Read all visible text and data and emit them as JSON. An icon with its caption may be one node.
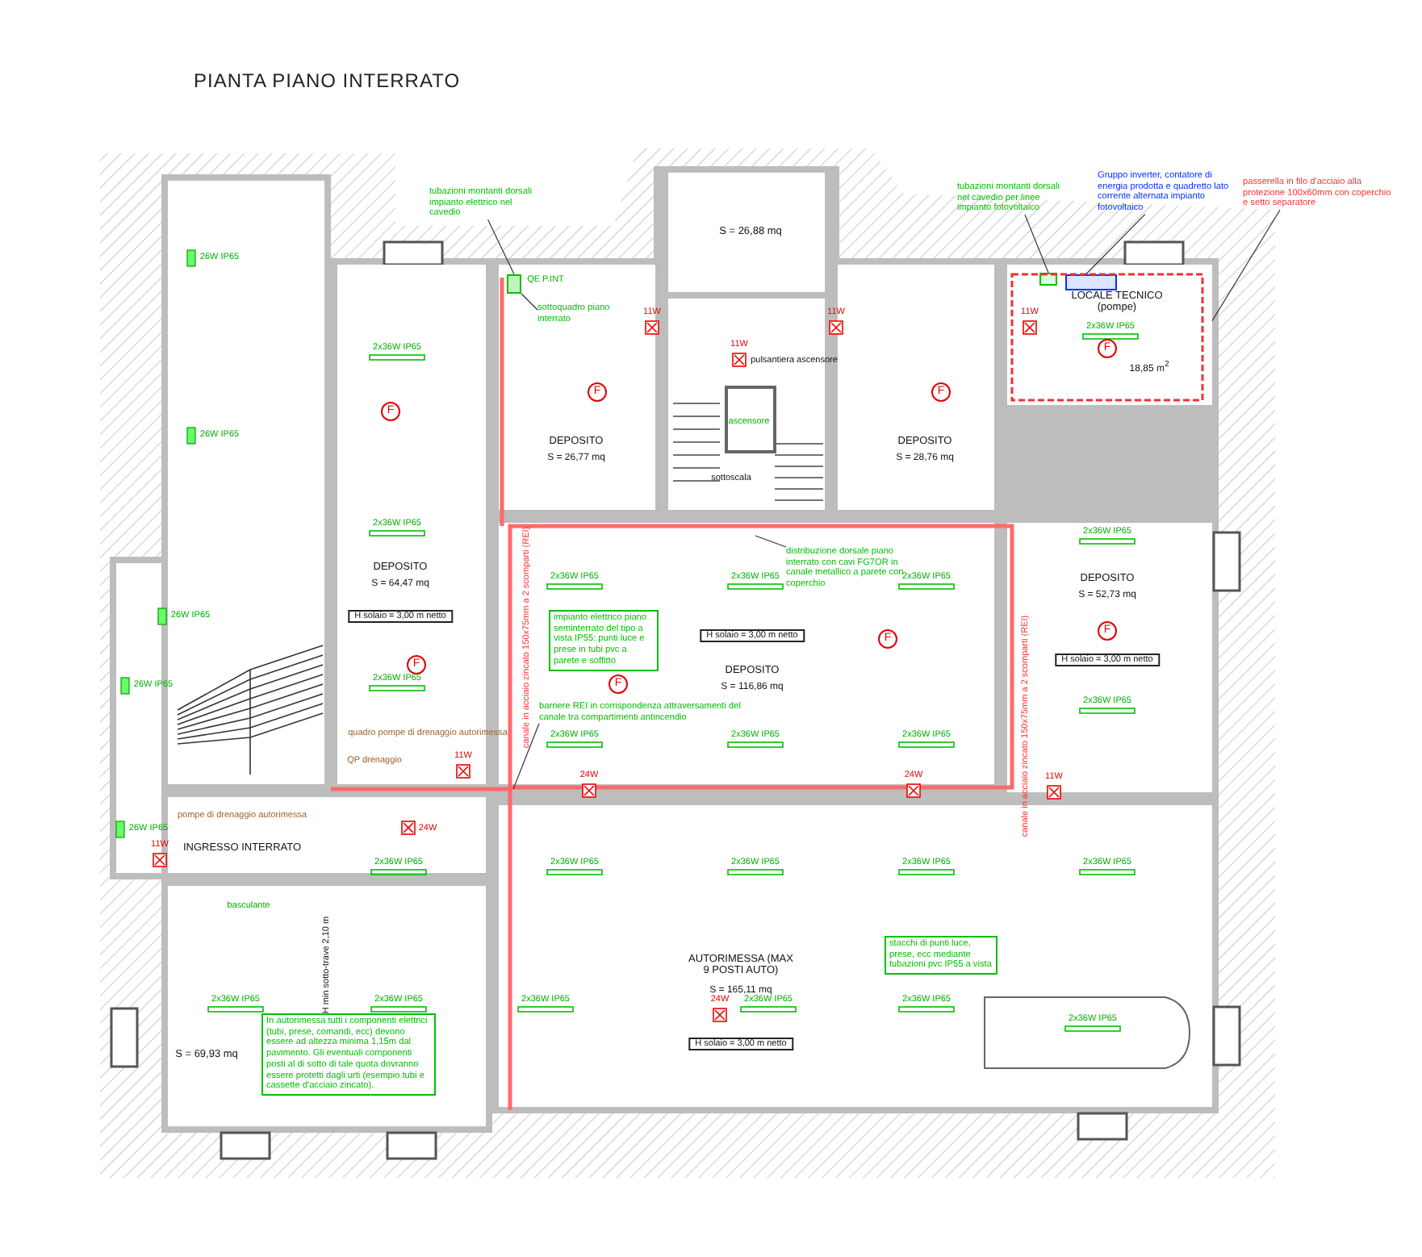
{
  "diagram": {
    "title": "PIANTA PIANO INTERRATO",
    "nodes": [
      {
        "text": [
          "DEPOSITO",
          "S = 64,47 mq",
          "H solaio = 3,00 m netto"
        ]
      },
      {
        "text": [
          "S = 26,88 mq"
        ]
      },
      {
        "text": [
          "DEPOSITO",
          "S = 26,77 mq"
        ]
      },
      {
        "text": [
          "DEPOSITO",
          "S = 28,76 mq"
        ]
      },
      {
        "text": [
          "LOCALE TECNICO (pompe)",
          "18,85 m$^{2}$"
        ]
      },
      {
        "text": [
          "H solaio = 3,00 m netto",
          "DEPOSITO",
          "S = 116,86 mq"
        ]
      },
      {
        "text": [
          "DEPOSITO",
          "S = 52,73 mq",
          "H solaio = 3,00 m netto"
        ]
      },
      {
        "text": [
          "AUTORIMESSA (MAX 9 POSTI AUTO)",
          "S = 165,11 mq",
          "H solaio = 3,00 m netto"
        ]
      },
      {
        "text": [
          "S = 69,93 mq"
        ]
      },
      {
        "text": [
          "INGRESSO INTERRATO"
        ]
      },
      {
        "text": [
          "impianto elettrico piano seminterrato del tipo a vista IP55: punti luce e prese in tubi pvc a parete e soffitto"
        ],
        "in": 5
      },
      {
        "text": [
          "In autorimessa tutti i componenti elettrici (tubi, prese, comandi, ecc) devono essere ad altezza minima 1,15m dal pavimento. Gli eventuali componenti posti al di sotto di tale quota dovranno essere protetti dagli urti (esempio tubi e cassette d'acciaio zincato)."
        ],
        "in": 8
      },
      {
        "text": [
          "stacchi di punti luce, prese, ecc mediante tubazioni pvc IP55 a vista"
        ],
        "in": 7
      },
      {
        "text": [
          "tubazioni montanti dorsali impianto elettrico nel cavedio"
        ]
      },
      {
        "text": [
          "sottoquadro piano interrato"
        ],
        "in": 2
      },
      {
        "text": [
          "tubazioni montanti dorsali nel cavedio per linee impianto fotovoltaico"
        ]
      },
      {
        "text": [
          "Gruppo inverter, contatore di energia prodotta e quadretto lato corrente alternata impianto fotovoltaico"
        ]
      },
      {
        "text": [
          "passerella in filo d'acciaio alla protezione 100x60mm con coperchio e setto separatore"
        ]
      },
      {
        "text": [
          "distribuzione dorsale piano interrato con cavi FG7OR in canale metallico a parete con coperchio"
        ],
        "in": 5
      },
      {
        "text": [
          "barriere REI in corrispondenza attraversamenti del canale tra compartimenti antincendio"
        ],
        "in": 5
      },
      {
        "text": [],
        "shape": "box",
        "in": 2
      },
      {
        "text": [],
        "shape": "box",
        "in": 4
      },
      {
        "text": [],
        "shape": "box",
        "in": 4
      }
    ],
    "edges": [
      {
        "from": 13,
        "to": 20,
        "arrow": "none"
      },
      {
        "from": 14,
        "to": 20,
        "arrow": "none"
      },
      {
        "from": 15,
        "to": 21,
        "arrow": "none"
      },
      {
        "from": 16,
        "to": 22,
        "arrow": "none"
      },
      {
        "from": 17,
        "to": 4,
        "arrow": "none"
      },
      {
        "from": 18,
        "to": null,
        "arrow": "none"
      },
      {
        "from": 19,
        "to": null,
        "arrow": "none"
      }
    ],
    "labels": [
      "sottoscala",
      "ascensore",
      "pulsantiera ascensore",
      "canale in acciaio zincato 150x75mm a 2 scomparti (REI)",
      "canale in acciaio zincato 150x75mm a 2 scomparti (REI)",
      "quadro pompe di drenaggio autorimessa",
      "QP drenaggio",
      "pompe di drenaggio autorimessa",
      "H min sotto-trave 2,10 m",
      "basculante",
      "QE P.INT",
      "F",
      "F",
      "F",
      "F",
      "F",
      "F",
      "F",
      "F",
      "2x36W IP65",
      "2x36W IP65",
      "2x36W IP65",
      "2x36W IP65",
      "2x36W IP65",
      "2x36W IP65",
      "2x36W IP65",
      "2x36W IP65",
      "2x36W IP65",
      "2x36W IP65",
      "2x36W IP65",
      "2x36W IP65",
      "2x36W IP65",
      "2x36W IP65",
      "2x36W IP65",
      "2x36W IP65",
      "2x36W IP65",
      "2x36W IP65",
      "2x36W IP65",
      "2x36W IP65",
      "2x36W IP65",
      "2x36W IP65",
      "2x36W IP65",
      "26W IP65",
      "26W IP65",
      "26W IP65",
      "26W IP65",
      "26W IP65",
      "11W",
      "11W",
      "11W",
      "11W",
      "11W",
      "11W",
      "11W",
      "24W",
      "24W",
      "24W",
      "24W"
    ]
  }
}
